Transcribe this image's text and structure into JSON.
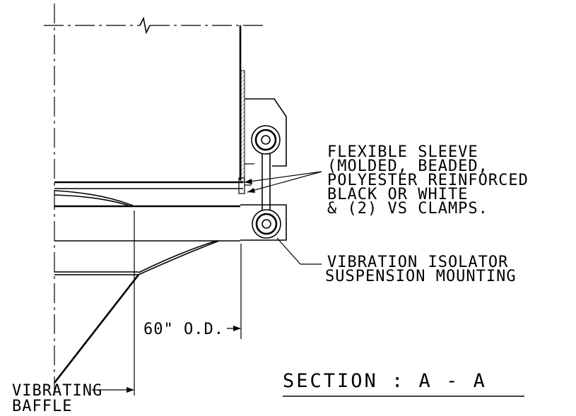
{
  "drawing": {
    "note_sleeve": [
      "FLEXIBLE SLEEVE",
      "(MOLDED, BEADED,",
      "POLYESTER REINFORCED",
      "BLACK OR WHITE",
      "& (2) VS CLAMPS."
    ],
    "note_isolator": [
      "VIBRATION ISOLATOR",
      "SUSPENSION MOUNTING"
    ],
    "dimension_label": "60\" O.D.",
    "baffle_label": [
      "VIBRATING",
      "BAFFLE"
    ],
    "section_title": "SECTION : A - A"
  }
}
